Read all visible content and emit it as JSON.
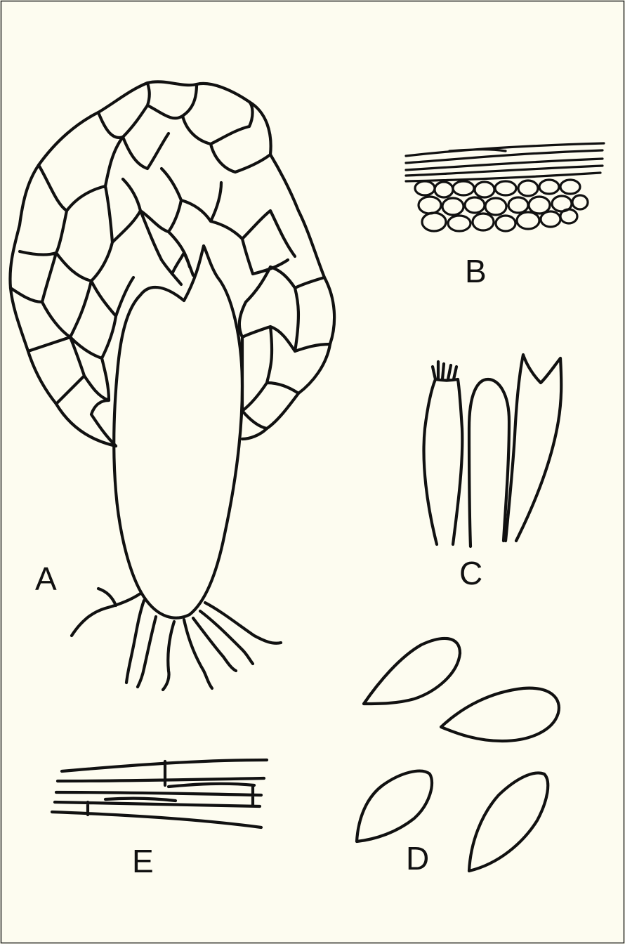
{
  "plate": {
    "background_color": "#fdfcf0",
    "ink_color": "#111111",
    "figures": [
      {
        "id": "A",
        "label": "A"
      },
      {
        "id": "B",
        "label": "B"
      },
      {
        "id": "C",
        "label": "C"
      },
      {
        "id": "D",
        "label": "D"
      },
      {
        "id": "E",
        "label": "E"
      }
    ]
  }
}
